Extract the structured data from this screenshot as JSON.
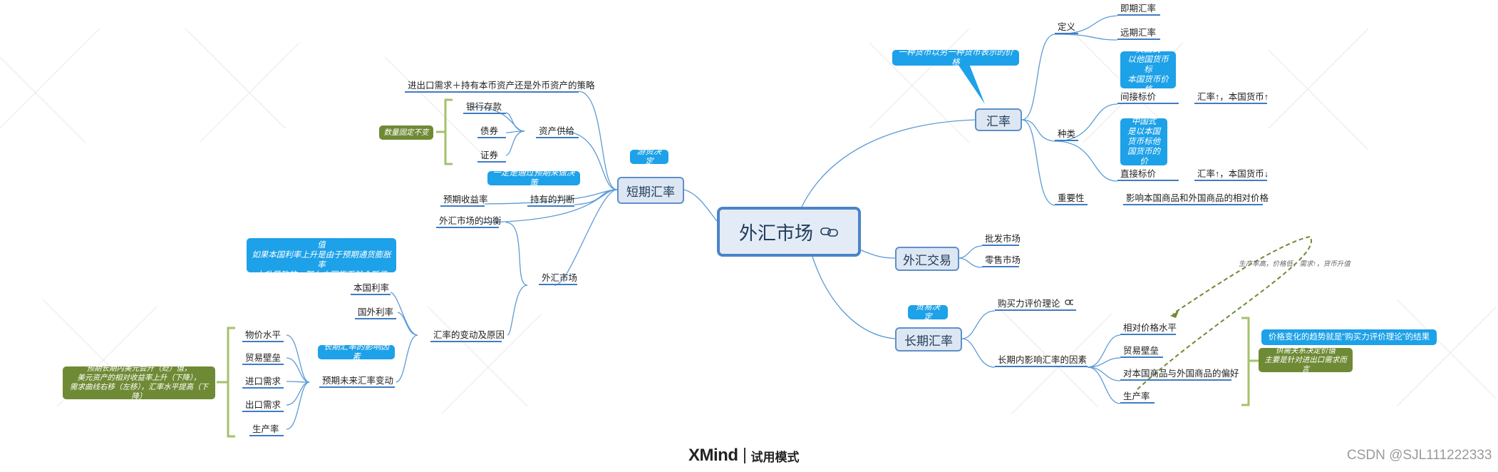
{
  "central": {
    "label": "外汇市场"
  },
  "branches": {
    "exchange_rate": {
      "label": "汇率",
      "note": "一种货币以另一种货币表示的价格",
      "definition": {
        "label": "定义",
        "items": [
          "即期汇率",
          "远期汇率"
        ]
      },
      "types": {
        "label": "种类",
        "indirect": {
          "label": "间接标价",
          "note": "美国式\n以他国货币标\n本国货币价格",
          "effect": "汇率↑，本国货币↑"
        },
        "direct": {
          "label": "直接标价",
          "note": "中国式\n是以本国\n货币标他\n国货币的价",
          "effect": "汇率↑，本国货币↓"
        }
      },
      "importance": {
        "label": "重要性",
        "value": "影响本国商品和外国商品的相对价格"
      }
    },
    "fx_trading": {
      "label": "外汇交易",
      "items": [
        "批发市场",
        "零售市场"
      ]
    },
    "long_term": {
      "label": "长期汇率",
      "note": "贸易决定",
      "ppp": "购买力评价理论",
      "factors": {
        "label": "长期内影响汇率的因素",
        "items": [
          "相对价格水平",
          "贸易壁垒",
          "对本国商品与外国商品的偏好",
          "生产率"
        ]
      },
      "bracket_note_blue": "价格变化的趋势就是“购买力评价理论”的结果",
      "bracket_note_green": "供需关系决定价值\n主要是针对进出口需求而言",
      "arrow_annotation": "生产率高，价格低，需求↑，货币升值"
    },
    "short_term": {
      "label": "短期汇率",
      "note": "游资决定",
      "strategy": "进出口需求＋持有本币资产还是外币资产的策略",
      "asset_supply": {
        "label": "资产供给",
        "items": [
          "银行存款",
          "债券",
          "证券"
        ],
        "note": "数量固定不变"
      },
      "holding": {
        "label": "持有的判断",
        "note": "一定是通过预期来做决策"
      },
      "expected_return": "预期收益率",
      "fx_market": {
        "label": "外汇市场",
        "equilibrium": "外汇市场的均衡",
        "changes": {
          "label": "汇率的变动及原因",
          "domestic_rate": {
            "label": "本国利率",
            "note": "如果是本国实际利率上升，本国货币升值\n如果本国利率上升是由于预期通货膨胀率\n上升导致的，那么本国货币就会贬值"
          },
          "foreign_rate": "国外利率",
          "expected_change": {
            "label": "预期未来汇率变动",
            "note": "长期汇率的影响因素",
            "items": [
              "物价水平",
              "贸易壁垒",
              "进口需求",
              "出口需求",
              "生产率"
            ],
            "green_note": "预期长期内美元会升（贬）值，\n美元资产的相对收益率上升（下降），\n需求曲线右移（左移），汇率水平提高（下降）"
          }
        }
      }
    }
  },
  "footer": {
    "brand": "XMind",
    "mode": "试用模式"
  },
  "watermark": "CSDN @SJL111222333",
  "colors": {
    "line": "#5b9bd5",
    "underline": "#3f7cc3",
    "callout": "#1da1e8",
    "green": "#6f8a35",
    "bracket": "#a3c26b"
  }
}
